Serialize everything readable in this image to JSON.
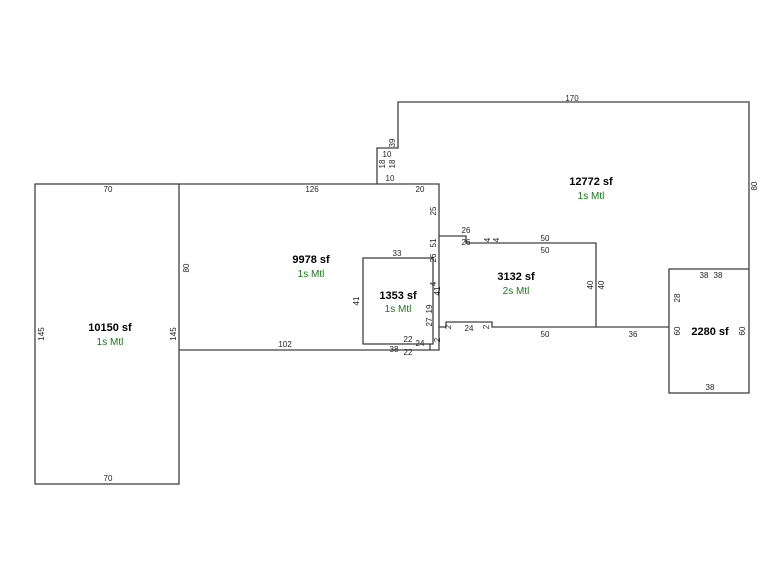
{
  "labels": {
    "colors": {
      "wall": "#404040",
      "area_text": "#000000",
      "use_text": "#1a7a1a"
    }
  },
  "sections": [
    {
      "area": "10150 sf",
      "use": "1s Mtl"
    },
    {
      "area": "9978 sf",
      "use": "1s Mtl"
    },
    {
      "area": "1353 sf",
      "use": "1s Mtl"
    },
    {
      "area": "12772 sf",
      "use": "1s Mtl"
    },
    {
      "area": "3132 sf",
      "use": "2s Mtl"
    },
    {
      "area": "2280 sf",
      "use": ""
    }
  ],
  "dims": [
    "70",
    "70",
    "145",
    "145",
    "126",
    "20",
    "80",
    "102",
    "33",
    "41",
    "22",
    "24",
    "22",
    "38",
    "25",
    "51",
    "26",
    "4",
    "27",
    "19",
    "2",
    "2",
    "41",
    "26",
    "26",
    "4",
    "4",
    "50",
    "50",
    "40",
    "40",
    "50",
    "24",
    "36",
    "2",
    "60",
    "60",
    "28",
    "38",
    "38",
    "38",
    "170",
    "80",
    "39",
    "10",
    "18",
    "18",
    "10"
  ]
}
